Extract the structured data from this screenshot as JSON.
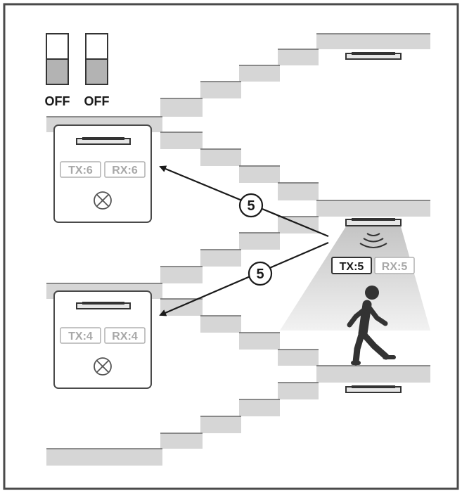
{
  "switches": [
    {
      "label": "OFF"
    },
    {
      "label": "OFF"
    }
  ],
  "upper_unit": {
    "tx": "TX:6",
    "rx": "RX:6",
    "lamp_icon": "lamp-off-icon"
  },
  "lower_unit": {
    "tx": "TX:4",
    "rx": "RX:4",
    "lamp_icon": "lamp-off-icon"
  },
  "active_unit": {
    "tx": "TX:5",
    "rx": "RX:5",
    "sensor_icon": "motion-wave-icon",
    "person_icon": "walking-person-icon"
  },
  "hops": [
    {
      "label": "5"
    },
    {
      "label": "5"
    }
  ],
  "colors": {
    "stair": "#d6d6d6",
    "ink": "#1a1a1a",
    "dim": "#a8a8a8",
    "beam": "#cfcfcf"
  }
}
